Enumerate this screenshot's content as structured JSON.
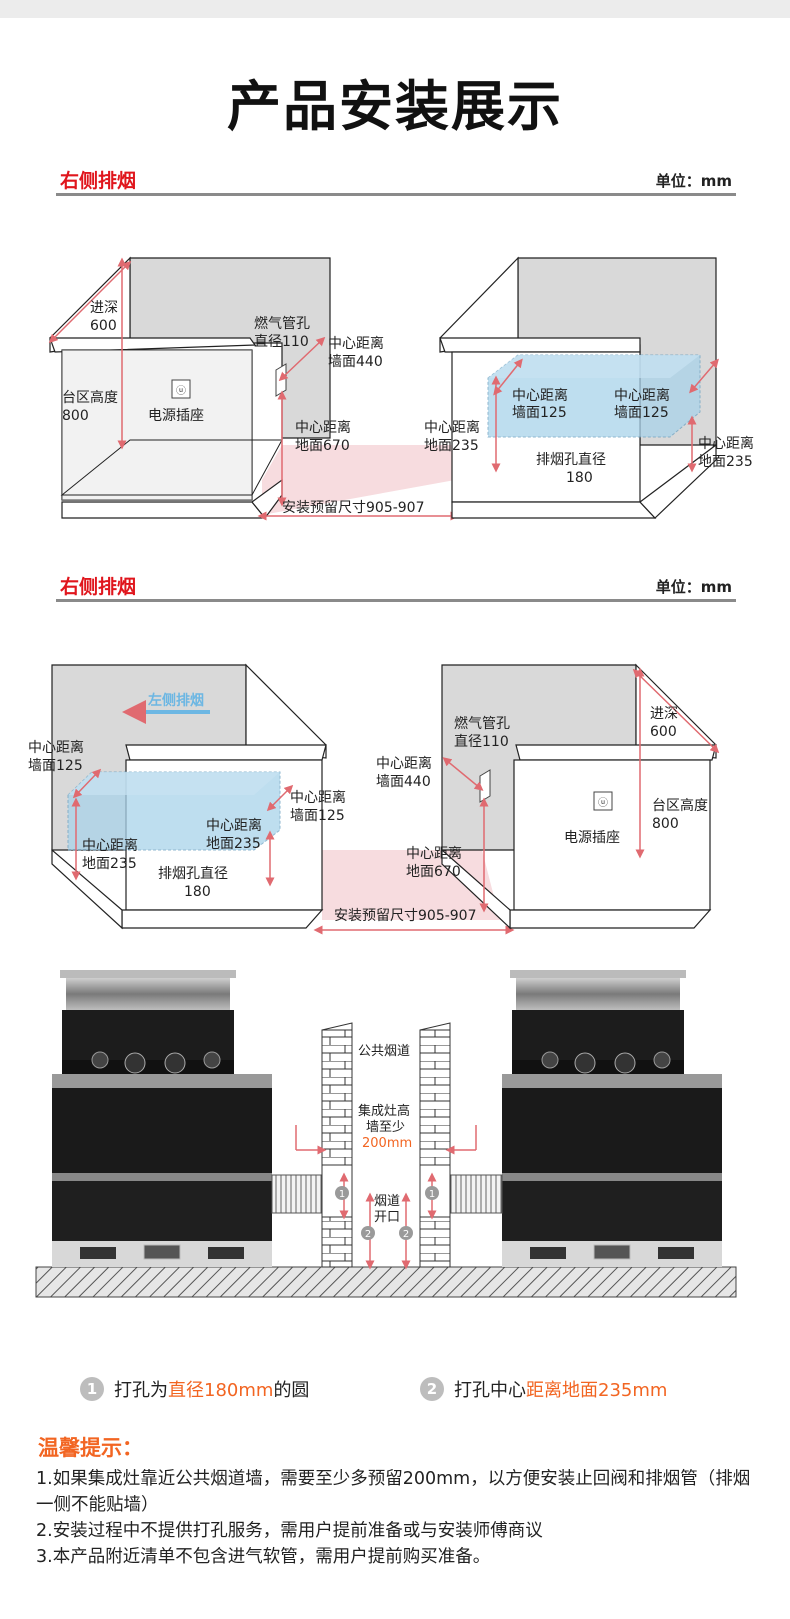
{
  "page": {
    "title": "产品安装展示"
  },
  "section1": {
    "title": "右侧排烟",
    "unit": "单位：mm",
    "labels": {
      "depth1": "进深",
      "depth2": "600",
      "gas1": "燃气管孔",
      "gas2": "直径110",
      "wall440_1": "中心距离",
      "wall440_2": "墙面440",
      "height1": "台区高度",
      "height2": "800",
      "socket": "电源插座",
      "floor670_1": "中心距离",
      "floor670_2": "地面670",
      "install": "安装预留尺寸905-907",
      "wall125a_1": "中心距离",
      "wall125a_2": "墙面125",
      "wall125b_1": "中心距离",
      "wall125b_2": "墙面125",
      "floor235a_1": "中心距离",
      "floor235a_2": "地面235",
      "floor235b_1": "中心距离",
      "floor235b_2": "地面235",
      "hole1": "排烟孔直径",
      "hole2": "180"
    }
  },
  "section2": {
    "title": "右侧排烟",
    "unit": "单位：mm",
    "labels": {
      "left_smoke": "左侧排烟",
      "wall125a_1": "中心距离",
      "wall125a_2": "墙面125",
      "wall125b_1": "中心距离",
      "wall125b_2": "墙面125",
      "floor235a_1": "中心距离",
      "floor235a_2": "地面235",
      "floor235b_1": "中心距离",
      "floor235b_2": "地面235",
      "hole1": "排烟孔直径",
      "hole2": "180",
      "install": "安装预留尺寸905-907",
      "gas1": "燃气管孔",
      "gas2": "直径110",
      "wall440_1": "中心距离",
      "wall440_2": "墙面440",
      "floor670_1": "中心距离",
      "floor670_2": "地面670",
      "depth1": "进深",
      "depth2": "600",
      "height1": "台区高度",
      "height2": "800",
      "socket": "电源插座"
    }
  },
  "stove_diagram": {
    "flue": "公共烟道",
    "min1": "集成灶高",
    "min2": "墙至少",
    "min3": "200mm",
    "opening1": "烟道",
    "opening2": "开口",
    "n1": "1",
    "n2": "2"
  },
  "legend": {
    "item1_num": "1",
    "item1_pre": "打孔为",
    "item1_hl": "直径180mm",
    "item1_post": "的圆",
    "item2_num": "2",
    "item2_pre": "打孔中心",
    "item2_hl": "距离地面235mm"
  },
  "tips": {
    "title": "温馨提示：",
    "items": [
      "1.如果集成灶靠近公共烟道墙，需要至少多预留200mm，以方便安装止回阀和排烟管（排烟一侧不能贴墙）",
      "2.安装过程中不提供打孔服务，需用户提前准备或与安装师傅商议",
      "3.本产品附近清单不包含进气软管，需用户提前购买准备。"
    ]
  },
  "colors": {
    "red_title": "#e0161d",
    "orange": "#f26522",
    "wall_gray": "#d9d9d9",
    "pink": "#f7dcdf",
    "blue_box": "#a9d3ea",
    "arrow_red": "#e06a70"
  }
}
